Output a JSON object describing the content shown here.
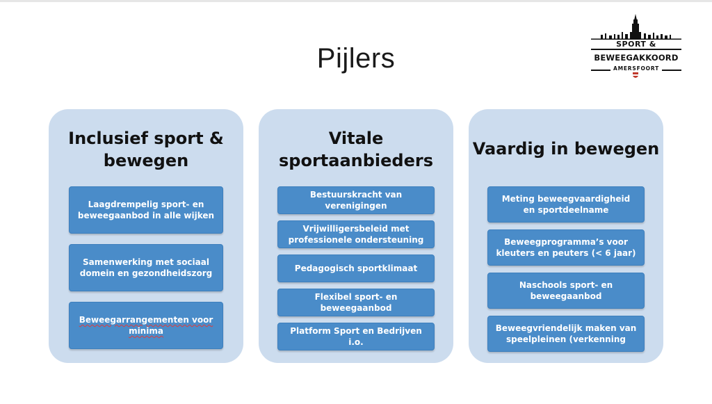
{
  "slide": {
    "title": "Pijlers"
  },
  "logo": {
    "line1": "SPORT &",
    "line2": "BEWEEGAKKOORD",
    "line3": "AMERSFOORT"
  },
  "pillars": [
    {
      "title": "Inclusief sport & bewegen",
      "items": [
        "Laagdrempelig sport- en beweegaanbod in alle wijken",
        "Samenwerking met sociaal domein en gezondheidszorg",
        "Beweegarrangementen voor minima"
      ]
    },
    {
      "title": "Vitale sportaanbieders",
      "items": [
        "Bestuurskracht van verenigingen",
        "Vrijwilligersbeleid met professionele ondersteuning",
        "Pedagogisch sportklimaat",
        "Flexibel sport- en beweegaanbod",
        "Platform Sport en Bedrijven i.o."
      ]
    },
    {
      "title": "Vaardig in bewegen",
      "items": [
        "Meting beweegvaardigheid en sportdeelname",
        "Beweegprogramma’s voor kleuters en peuters (< 6 jaar)",
        "Naschools sport- en beweegaanbod",
        "Beweegvriendelijk maken van speelpleinen (verkenning"
      ]
    }
  ],
  "colors": {
    "pillar_bg": "#ccdcee",
    "box_bg": "#4a8cc9",
    "box_text": "#ffffff"
  }
}
